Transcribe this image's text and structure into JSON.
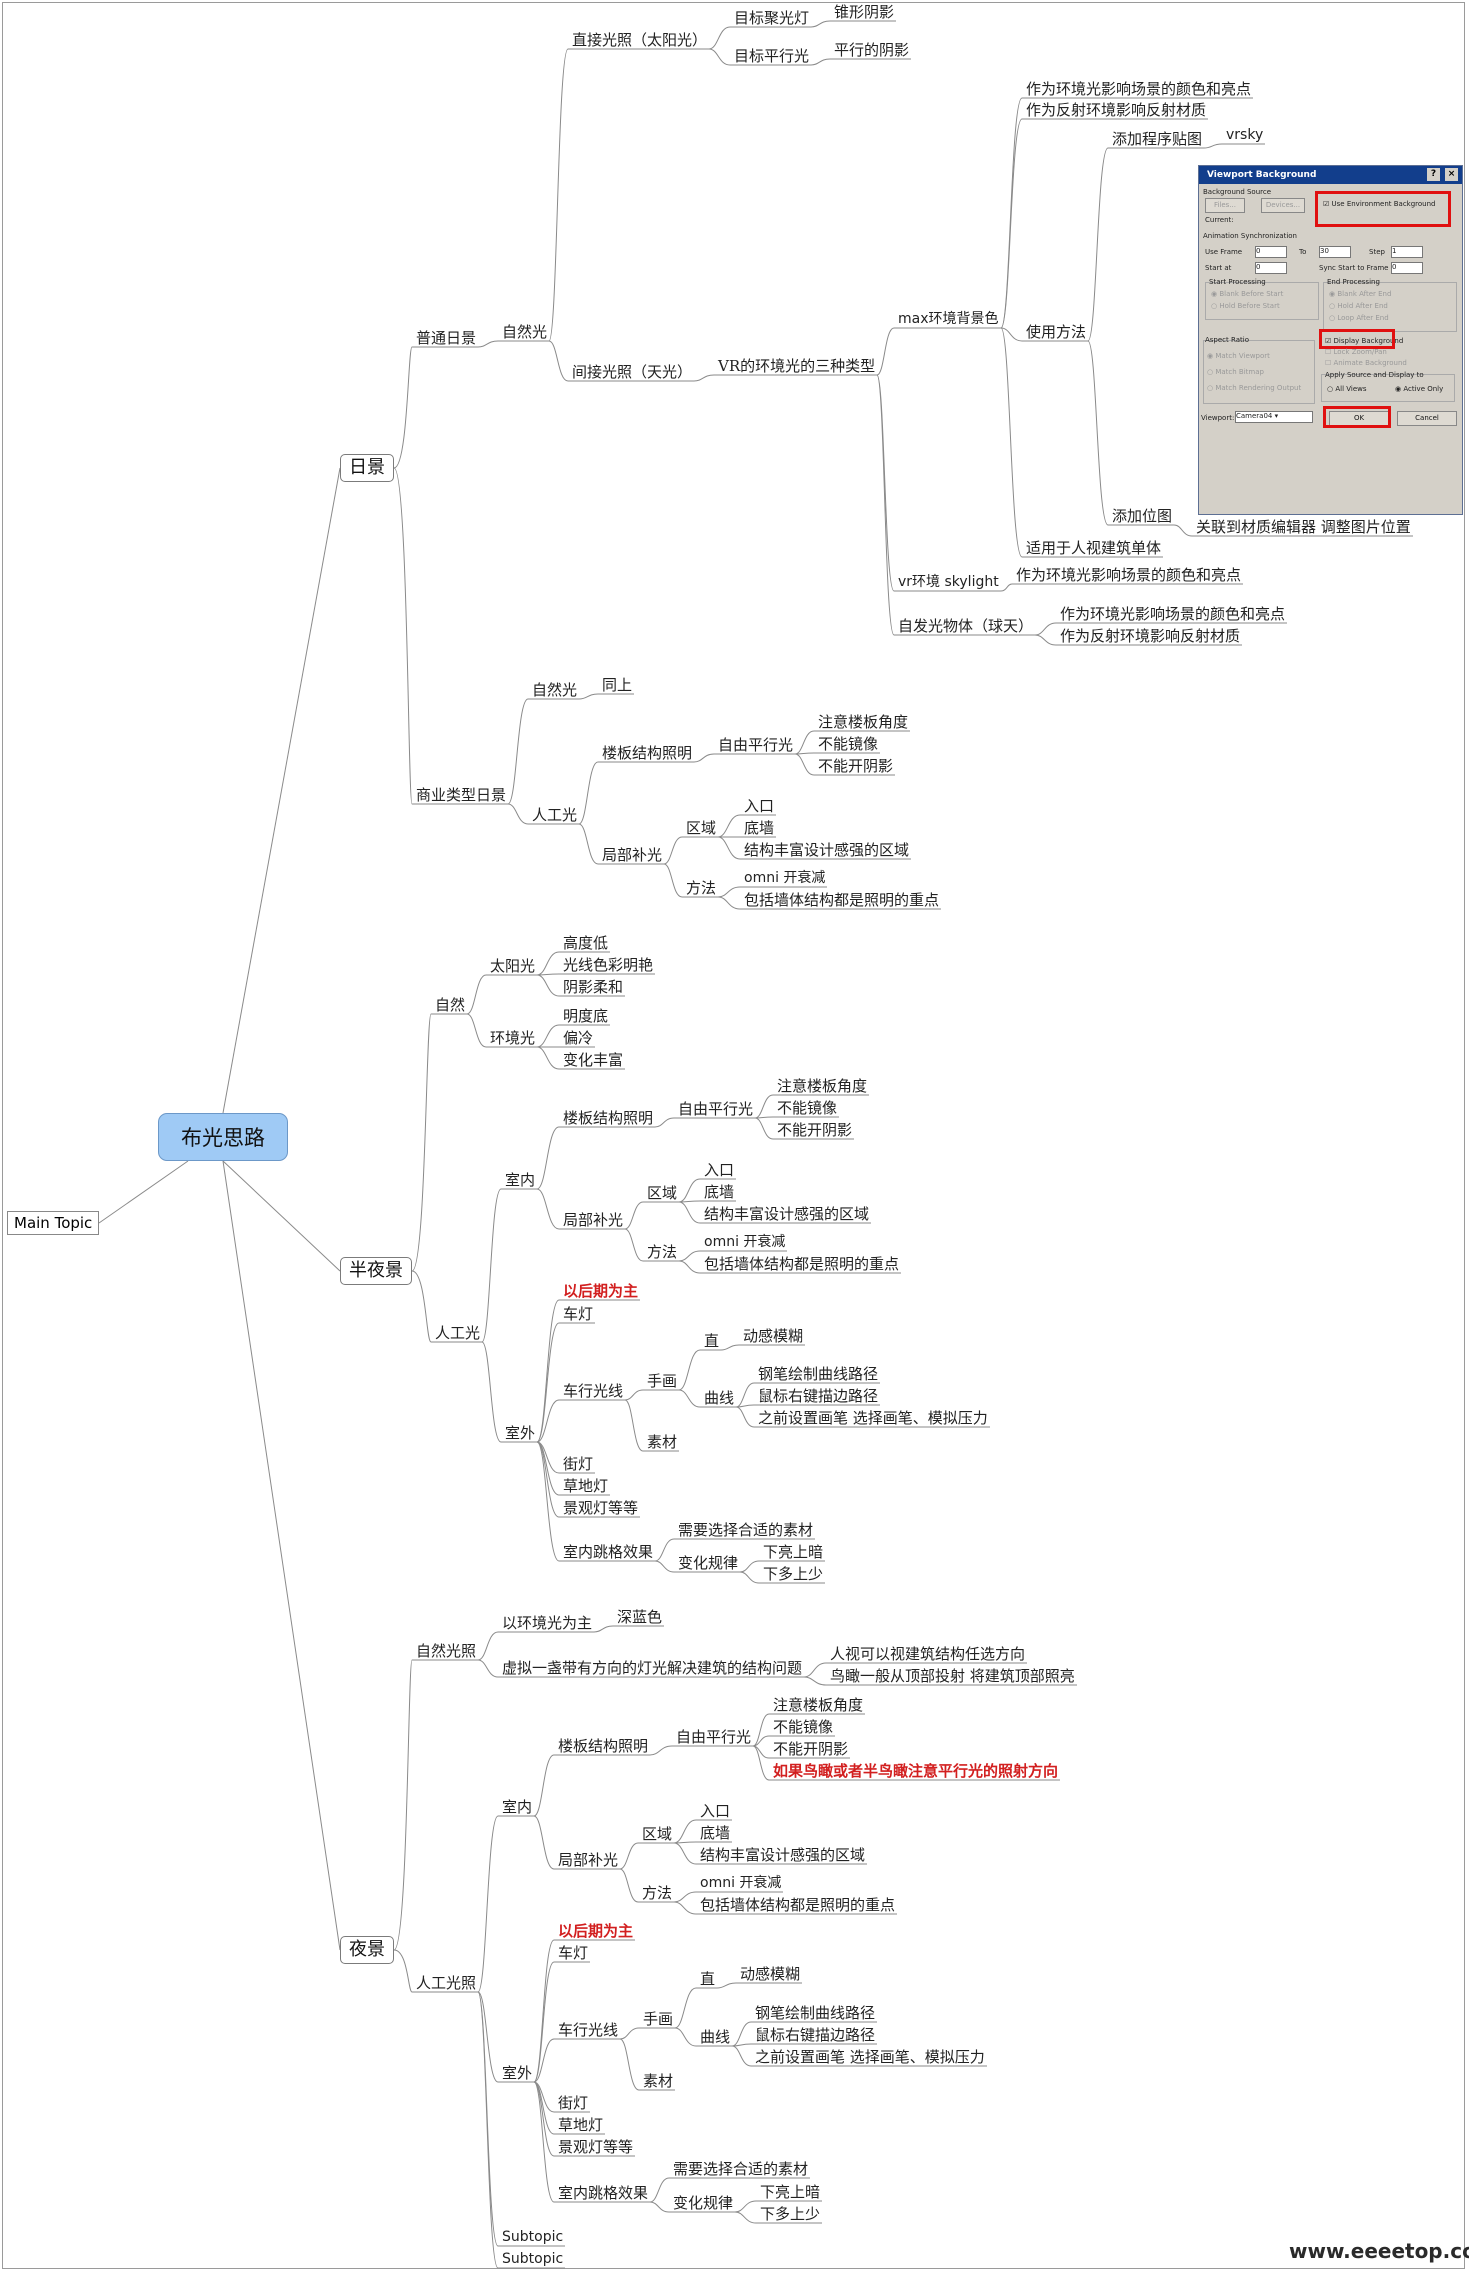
{
  "central": "布光思路",
  "main_topic": "Main Topic",
  "watermark": "www.eeeetop.com",
  "branches": {
    "day": "日景",
    "dusk": "半夜景",
    "night": "夜景"
  },
  "day": {
    "normal": "普通日景",
    "natural_light": "自然光",
    "direct": "直接光照（太阳光）",
    "target_spot": "目标聚光灯",
    "cone_shadow": "锥形阴影",
    "target_parallel": "目标平行光",
    "parallel_shadow": "平行的阴影",
    "indirect": "间接光照（天光）",
    "vr_types": "VR的环境光的三种类型",
    "max_env": "max环境背景色",
    "env_color": "作为环境光影响场景的颜色和亮点",
    "env_reflect": "作为反射环境影响反射材质",
    "usage": "使用方法",
    "add_procedural": "添加程序贴图",
    "vrsky": "vrsky",
    "add_bitmap": "添加位图",
    "bitmap_note": "关联到材质编辑器 调整图片位置",
    "suit_human": "适用于人视建筑单体",
    "vr_skylight": "vr环境 skylight",
    "skylight_note": "作为环境光影响场景的颜色和亮点",
    "self_illum": "自发光物体（球天）",
    "self_env_color": "作为环境光影响场景的颜色和亮点",
    "self_env_reflect": "作为反射环境影响反射材质",
    "commercial": "商业类型日景",
    "c_natural": "自然光",
    "c_same": "同上",
    "c_artificial": "人工光",
    "c_floor": "楼板结构照明",
    "c_free_parallel": "自由平行光",
    "c_floor_angle": "注意楼板角度",
    "c_no_mirror": "不能镜像",
    "c_no_shadow": "不能开阴影",
    "c_local": "局部补光",
    "c_area": "区域",
    "c_entrance": "入口",
    "c_base": "底墙",
    "c_rich": "结构丰富设计感强的区域",
    "c_method": "方法",
    "c_omni": "omni 开衰减",
    "c_focus": "包括墙体结构都是照明的重点"
  },
  "dusk": {
    "natural": "自然",
    "sun": "太阳光",
    "sun_1": "高度低",
    "sun_2": "光线色彩明艳",
    "sun_3": "阴影柔和",
    "ambient": "环境光",
    "amb_1": "明度底",
    "amb_2": "偏冷",
    "amb_3": "变化丰富",
    "artificial": "人工光",
    "indoor": "室内",
    "floor": "楼板结构照明",
    "free_parallel": "自由平行光",
    "floor_angle": "注意楼板角度",
    "no_mirror": "不能镜像",
    "no_shadow": "不能开阴影",
    "local": "局部补光",
    "area": "区域",
    "entrance": "入口",
    "base": "底墙",
    "rich": "结构丰富设计感强的区域",
    "method": "方法",
    "omni": "omni 开衰减",
    "focus": "包括墙体结构都是照明的重点",
    "outdoor": "室外",
    "post": "以后期为主",
    "car_light": "车灯",
    "car_trail": "车行光线",
    "hand": "手画",
    "straight": "直",
    "motion_blur": "动感模糊",
    "curve": "曲线",
    "pen_path": "钢笔绘制曲线路径",
    "right_click": "鼠标右键描边路径",
    "brush": "之前设置画笔 选择画笔、模拟压力",
    "material": "素材",
    "street": "街灯",
    "lawn": "草地灯",
    "landscape": "景观灯等等",
    "jump": "室内跳格效果",
    "choose_mat": "需要选择合适的素材",
    "change": "变化规律",
    "bright_up": "下亮上暗",
    "more_down": "下多上少"
  },
  "night": {
    "natural": "自然光照",
    "env_main": "以环境光为主",
    "deep_blue": "深蓝色",
    "simulate": "虚拟一盏带有方向的灯光解决建筑的结构问题",
    "human_view": "人视可以视建筑结构任选方向",
    "bird_view": "鸟瞰一般从顶部投射 将建筑顶部照亮",
    "artificial": "人工光照",
    "indoor": "室内",
    "floor": "楼板结构照明",
    "free_parallel": "自由平行光",
    "floor_angle": "注意楼板角度",
    "no_mirror": "不能镜像",
    "no_shadow": "不能开阴影",
    "bird_note": "如果鸟瞰或者半鸟瞰注意平行光的照射方向",
    "local": "局部补光",
    "area": "区域",
    "entrance": "入口",
    "base": "底墙",
    "rich": "结构丰富设计感强的区域",
    "method": "方法",
    "omni": "omni 开衰减",
    "focus": "包括墙体结构都是照明的重点",
    "outdoor": "室外",
    "post": "以后期为主",
    "car_light": "车灯",
    "car_trail": "车行光线",
    "hand": "手画",
    "straight": "直",
    "motion_blur": "动感模糊",
    "curve": "曲线",
    "pen_path": "钢笔绘制曲线路径",
    "right_click": "鼠标右键描边路径",
    "brush": "之前设置画笔 选择画笔、模拟压力",
    "material": "素材",
    "street": "街灯",
    "lawn": "草地灯",
    "landscape": "景观灯等等",
    "jump": "室内跳格效果",
    "choose_mat": "需要选择合适的素材",
    "change": "变化规律",
    "bright_up": "下亮上暗",
    "more_down": "下多上少",
    "subtopic_1": "Subtopic",
    "subtopic_2": "Subtopic"
  },
  "dialog": {
    "title": "Viewport Background",
    "help": "?",
    "close": "×",
    "bg_source": "Background Source",
    "files": "Files...",
    "devices": "Devices...",
    "use_env": "Use Environment Background",
    "current": "Current:",
    "anim_sync": "Animation Synchronization",
    "use_frame": "Use Frame",
    "frame_from": "0",
    "to": "To",
    "frame_to": "30",
    "step": "Step",
    "step_val": "1",
    "start_at": "Start at",
    "start_val": "0",
    "sync_start": "Sync Start to Frame",
    "sync_val": "0",
    "start_proc": "Start Processing",
    "blank_before": "Blank Before Start",
    "hold_before": "Hold Before Start",
    "end_proc": "End Processing",
    "blank_after": "Blank After End",
    "hold_after": "Hold After End",
    "loop_after": "Loop After End",
    "aspect": "Aspect Ratio",
    "match_viewport": "Match Viewport",
    "match_bitmap": "Match Bitmap",
    "match_render": "Match Rendering Output",
    "display_bg": "Display Background",
    "lock_zoom": "Lock Zoom/Pan",
    "animate_bg": "Animate Background",
    "apply_source": "Apply Source and Display to",
    "all_views": "All Views",
    "active_only": "Active Only",
    "viewport": "Viewport:",
    "viewport_val": "Camera04",
    "ok": "OK",
    "cancel": "Cancel"
  },
  "colors": {
    "central_fill": "#9fcaf5",
    "post_red": "#d21f1f",
    "highlight_red": "#e01010"
  }
}
